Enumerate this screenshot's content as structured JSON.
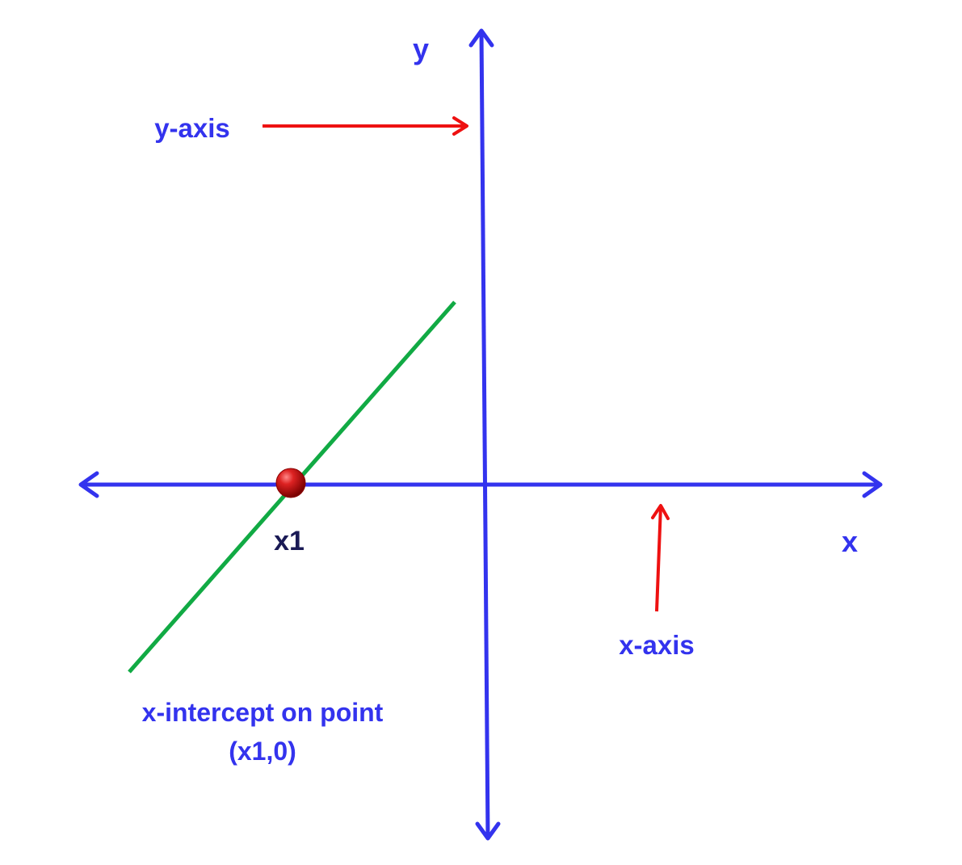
{
  "labels": {
    "y_axis_letter": "y",
    "x_axis_letter": "x",
    "y_axis_name": "y-axis",
    "x_axis_name": "x-axis",
    "point_label": "x1",
    "caption_line1": "x-intercept on point",
    "caption_line2": "(x1,0)"
  },
  "colors": {
    "axis": "#3333ee",
    "pointer_arrow": "#ee1111",
    "line": "#11aa44",
    "point": "#cc1111",
    "label_blue": "#3333ee",
    "label_dark": "#1a1a55"
  }
}
